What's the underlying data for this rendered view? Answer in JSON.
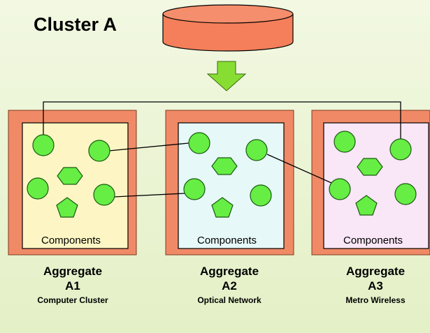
{
  "title": "Cluster A",
  "components_label": "Components",
  "aggregates": [
    {
      "name": "Aggregate",
      "id": "A1",
      "desc": "Computer Cluster",
      "fill": "#fdf6c4"
    },
    {
      "name": "Aggregate",
      "id": "A2",
      "desc": "Optical Network",
      "fill": "#e6f8f8"
    },
    {
      "name": "Aggregate",
      "id": "A3",
      "desc": "Metro Wireless",
      "fill": "#f9e6f6"
    }
  ],
  "colors": {
    "frame": "#f08a66",
    "frame_border": "#7a3a20",
    "node": "#66ee44",
    "node_border": "#1a5a10",
    "database": "#f47f5a",
    "arrow": "#88dd33"
  }
}
